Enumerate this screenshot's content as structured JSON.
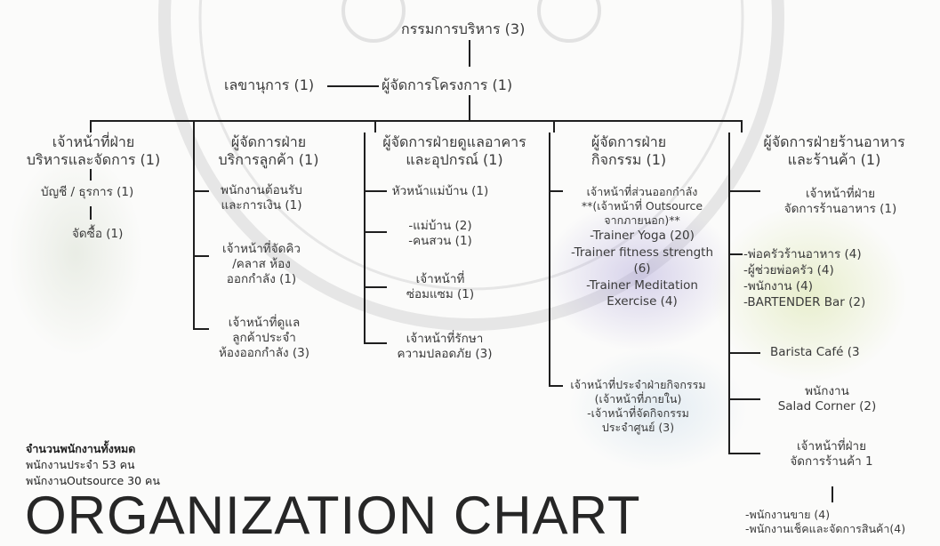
{
  "board": "กรรมการบริหาร (3)",
  "project_manager": "ผู้จัดการโครงการ (1)",
  "secretary": "เลขานุการ (1)",
  "dept1": {
    "title_l1": "เจ้าหน้าที่ฝ่าย",
    "title_l2": "บริหารและจัดการ (1)",
    "item1": "บัญชี / ธุรการ (1)",
    "item2": "จัดซื้อ (1)"
  },
  "dept2": {
    "title_l1": "ผู้จัดการฝ่าย",
    "title_l2": "บริการลูกค้า (1)",
    "item1_l1": "พนักงานต้อนรับ",
    "item1_l2": "และการเงิน (1)",
    "item2_l1": "เจ้าหน้าที่จัดคิว",
    "item2_l2": "/คลาส ห้อง",
    "item2_l3": "ออกกำลัง (1)",
    "item3_l1": "เจ้าหน้าที่ดูแล",
    "item3_l2": "ลูกค้าประจำ",
    "item3_l3": "ห้องออกกำลัง (3)"
  },
  "dept3": {
    "title_l1": "ผู้จัดการฝ่ายดูแลอาคาร",
    "title_l2": "และอุปกรณ์ (1)",
    "item1": "หัวหน้าแม่บ้าน (1)",
    "item2_l1": "-แม่บ้าน (2)",
    "item2_l2": "-คนสวน (1)",
    "item3_l1": "เจ้าหน้าที่",
    "item3_l2": "ซ่อมแซม (1)",
    "item4_l1": "เจ้าหน้าที่รักษา",
    "item4_l2": "ความปลอดภัย (3)"
  },
  "dept4": {
    "title_l1": "ผู้จัดการฝ่าย",
    "title_l2": "กิจกรรม (1)",
    "item1_l1": "เจ้าหน้าที่ส่วนออกกำลัง",
    "item1_l2": "**(เจ้าหน้าที่ Outsource",
    "item1_l3": "จากภายนอก)**",
    "item1_l4": "-Trainer Yoga (20)",
    "item1_l5": "-Trainer fitness strength",
    "item1_l6": "(6)",
    "item1_l7": "-Trainer Meditation",
    "item1_l8": "Exercise (4)",
    "item2_l1": "เจ้าหน้าที่ประจำฝ่ายกิจกรรม",
    "item2_l2": "(เจ้าหน้าที่ภายใน)",
    "item2_l3": "-เจ้าหน้าที่จัดกิจกรรม",
    "item2_l4": "ประจำศูนย์ (3)"
  },
  "dept5": {
    "title_l1": "ผู้จัดการฝ่ายร้านอาหาร",
    "title_l2": "และร้านค้า (1)",
    "item1_l1": "เจ้าหน้าที่ฝ่าย",
    "item1_l2": "จัดการร้านอาหาร (1)",
    "item2_l1": "-พ่อครัวร้านอาหาร (4)",
    "item2_l2": "-ผู้ช่วยพ่อครัว (4)",
    "item2_l3": "-พนักงาน (4)",
    "item2_l4": "-BARTENDER Bar (2)",
    "item3": "Barista Café (3",
    "item4_l1": "พนักงาน",
    "item4_l2": "Salad Corner (2)",
    "item5_l1": "เจ้าหน้าที่ฝ่าย",
    "item5_l2": "จัดการร้านค้า 1",
    "item6_l1": "-พนักงานขาย  (4)",
    "item6_l2": "-พนักงานเช็คและจัดการสินค้า(4)"
  },
  "summary": {
    "heading": "จำนวนพนักงานทั้งหมด",
    "line1": "พนักงานประจำ 53 คน",
    "line2": "พนักงานOutsource 30 คน"
  },
  "title": "ORGANIZATION CHART"
}
